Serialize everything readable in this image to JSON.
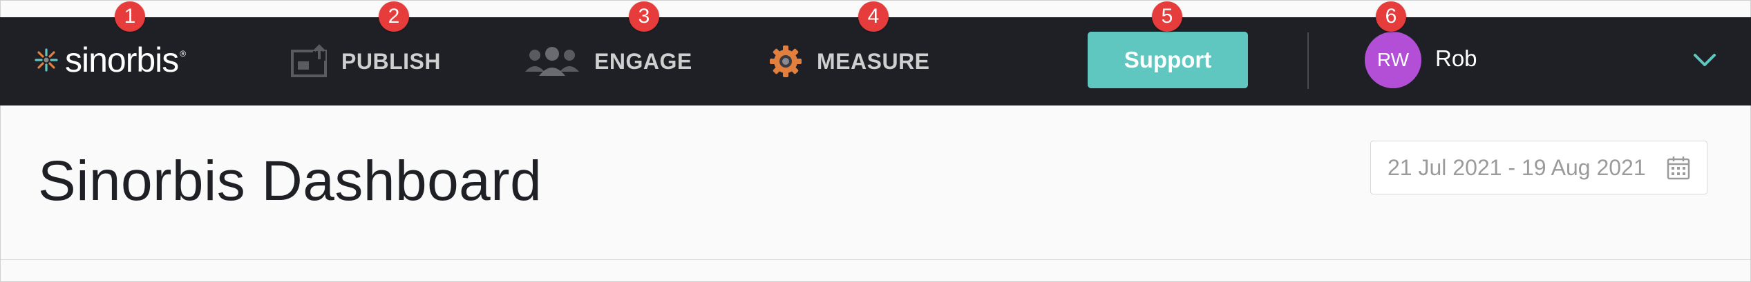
{
  "navbar": {
    "logo": {
      "text": "sinorbis",
      "trademark": "®"
    },
    "items": [
      {
        "label": "PUBLISH",
        "icon": "publish-icon"
      },
      {
        "label": "ENGAGE",
        "icon": "people-icon"
      },
      {
        "label": "MEASURE",
        "icon": "gear-icon"
      }
    ],
    "support_label": "Support",
    "user": {
      "initials": "RW",
      "name": "Rob",
      "avatar_color": "#b24fd6"
    }
  },
  "main": {
    "title": "Sinorbis Dashboard",
    "date_range": "21 Jul 2021 - 19 Aug 2021"
  },
  "annotations": [
    "1",
    "2",
    "3",
    "4",
    "5",
    "6"
  ],
  "colors": {
    "navbar_bg": "#1f2026",
    "support_bg": "#5fc7bf",
    "accent_teal": "#5fc7bf",
    "measure_icon": "#e07f3e",
    "marker": "#e63c3c"
  }
}
